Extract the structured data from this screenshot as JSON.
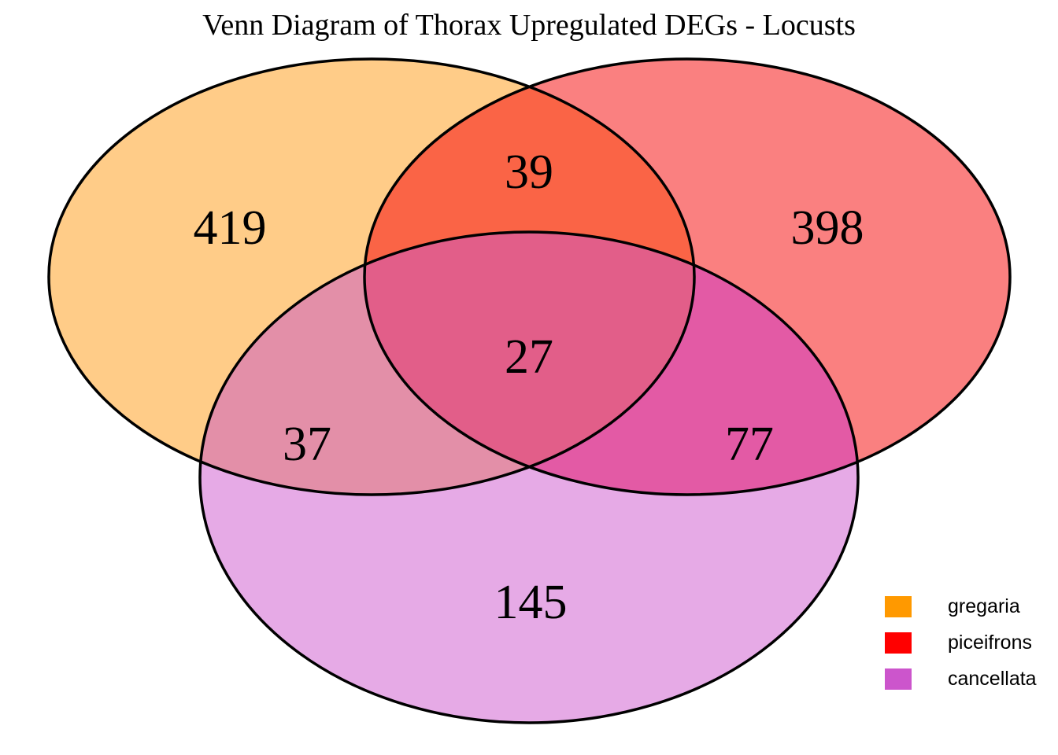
{
  "title": "Venn Diagram of Thorax Upregulated DEGs - Locusts",
  "chart_data": {
    "type": "venn",
    "title": "Venn Diagram of Thorax Upregulated DEGs - Locusts",
    "sets": [
      "gregaria",
      "piceifrons",
      "cancellata"
    ],
    "set_colors": [
      "#FF9900",
      "#FF0000",
      "#CC55CC"
    ],
    "regions": [
      {
        "id": "gregaria_only",
        "sets": [
          "gregaria"
        ],
        "label": "419",
        "value": 419
      },
      {
        "id": "piceifrons_only",
        "sets": [
          "piceifrons"
        ],
        "label": "398",
        "value": 398
      },
      {
        "id": "cancellata_only",
        "sets": [
          "cancellata"
        ],
        "label": "145",
        "value": 145
      },
      {
        "id": "gregaria_piceifrons",
        "sets": [
          "gregaria",
          "piceifrons"
        ],
        "label": "39",
        "value": 39
      },
      {
        "id": "gregaria_cancellata",
        "sets": [
          "gregaria",
          "cancellata"
        ],
        "label": "37",
        "value": 37
      },
      {
        "id": "piceifrons_cancellata",
        "sets": [
          "piceifrons",
          "cancellata"
        ],
        "label": "77",
        "value": 77
      },
      {
        "id": "all_three",
        "sets": [
          "gregaria",
          "piceifrons",
          "cancellata"
        ],
        "label": "27",
        "value": 27
      }
    ],
    "region_fill_colors": {
      "gregaria_only": "#FFCC88",
      "piceifrons_only": "#FA8080",
      "cancellata_only": "#E6AAE6",
      "gregaria_piceifrons": "#FA6446",
      "gregaria_cancellata": "#E38FA8",
      "piceifrons_cancellata": "#E35AA5",
      "all_three": "#E25E89"
    },
    "stroke_color": "#000000",
    "background": "#FFFFFF",
    "legend_position": "bottom-right"
  },
  "legend": {
    "items": [
      {
        "label": "gregaria",
        "color": "#FF9900"
      },
      {
        "label": "piceifrons",
        "color": "#FF0000"
      },
      {
        "label": "cancellata",
        "color": "#CC55CC"
      }
    ]
  },
  "counts": {
    "gregaria_only": "419",
    "piceifrons_only": "398",
    "cancellata_only": "145",
    "gregaria_piceifrons": "39",
    "gregaria_cancellata": "37",
    "piceifrons_cancellata": "77",
    "all_three": "27"
  }
}
